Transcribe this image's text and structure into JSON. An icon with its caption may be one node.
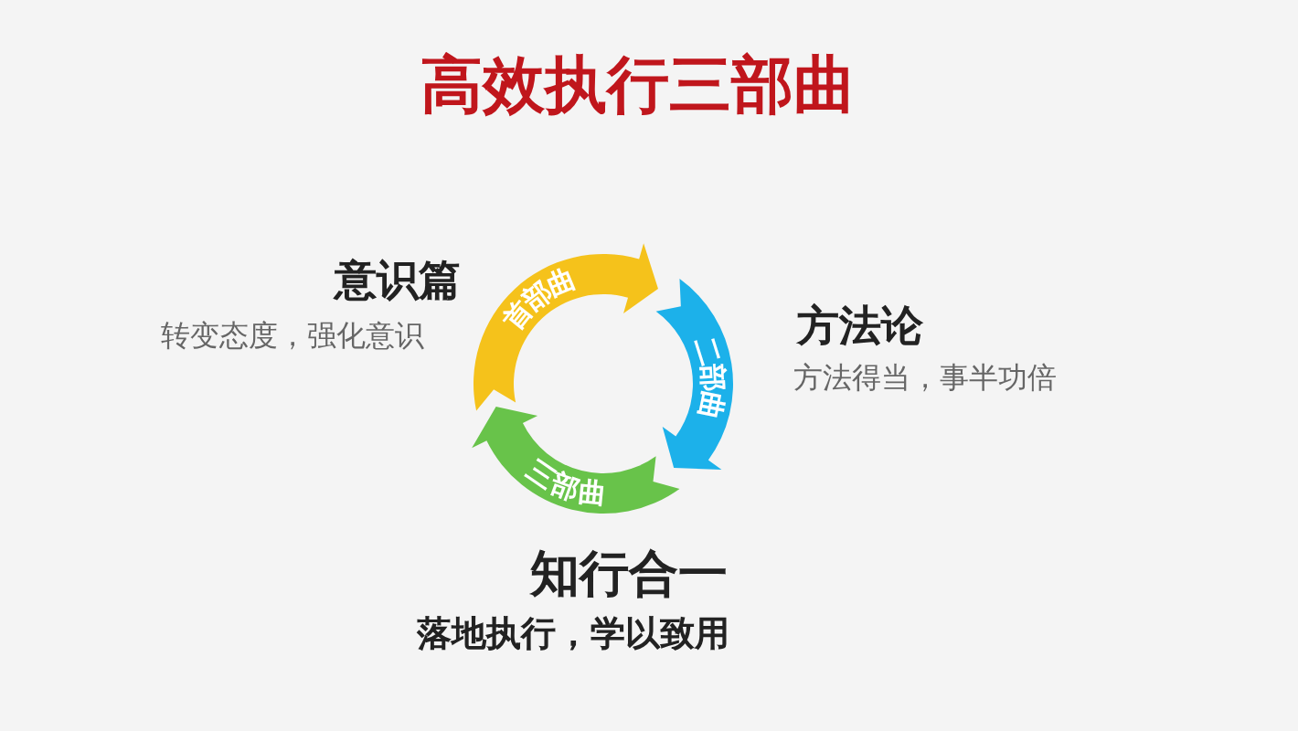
{
  "diagram": {
    "title": "高效执行三部曲",
    "nodes": [
      {
        "text": [
          "首部曲"
        ]
      },
      {
        "text": [
          "二部曲"
        ]
      },
      {
        "text": [
          "三部曲"
        ]
      }
    ],
    "labels": [
      "意识篇",
      "转变态度，强化意识",
      "方法论",
      "方法得当，事半功倍",
      "知行合一",
      "落地执行，学以致用"
    ]
  }
}
